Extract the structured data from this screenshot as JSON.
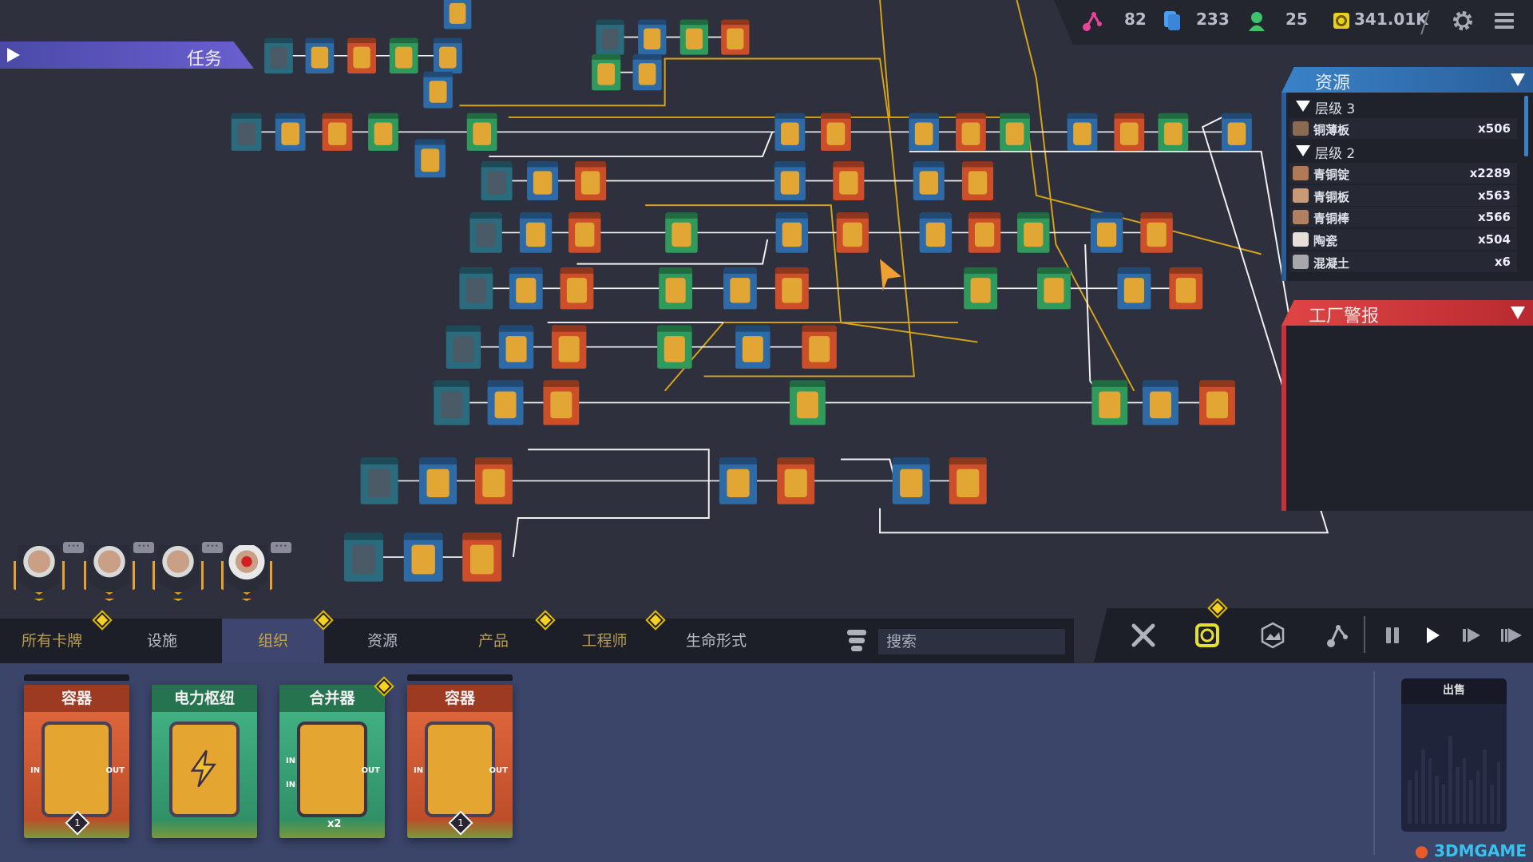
{
  "topbar": {
    "stats": [
      {
        "icon": "graph-node-icon",
        "value": "82",
        "color": "#e8449a"
      },
      {
        "icon": "cards-icon",
        "value": "233",
        "color": "#4aa0f0"
      },
      {
        "icon": "engineer-icon",
        "value": "25",
        "color": "#3ec46a"
      },
      {
        "icon": "credits-icon",
        "value": "341.01K",
        "color": "#e8d020"
      }
    ]
  },
  "task": {
    "label": "任务"
  },
  "resources": {
    "title": "资源",
    "tiers": [
      {
        "label": "层级 3",
        "items": [
          {
            "name": "铜薄板",
            "count": "x506"
          }
        ]
      },
      {
        "label": "层级 2",
        "items": [
          {
            "name": "青铜锭",
            "count": "x2289"
          },
          {
            "name": "青铜板",
            "count": "x563"
          },
          {
            "name": "青铜棒",
            "count": "x566"
          },
          {
            "name": "陶瓷",
            "count": "x504"
          },
          {
            "name": "混凝土",
            "count": "x6"
          }
        ]
      }
    ]
  },
  "alerts": {
    "title": "工厂警报"
  },
  "tabs": [
    {
      "label": "所有卡牌",
      "active": false
    },
    {
      "label": "设施",
      "active": false
    },
    {
      "label": "组织",
      "active": true
    },
    {
      "label": "资源",
      "active": false
    },
    {
      "label": "产品",
      "active": false
    },
    {
      "label": "工程师",
      "active": false
    },
    {
      "label": "生命形式",
      "active": false
    }
  ],
  "search": {
    "placeholder": "搜索"
  },
  "cards": [
    {
      "title": "容器",
      "color": "orange",
      "in": "IN",
      "out": "OUT",
      "level": "1"
    },
    {
      "title": "电力枢纽",
      "color": "green"
    },
    {
      "title": "合并器",
      "color": "green",
      "in": "IN",
      "out": "OUT",
      "multiplier": "x2"
    },
    {
      "title": "容器",
      "color": "orange",
      "in": "IN",
      "out": "OUT",
      "level": "1"
    }
  ],
  "sell": {
    "label": "出售"
  },
  "watermark": "3DMGAME",
  "colors": {
    "accent": "#f4d21f",
    "resources": "#3a82c8",
    "alert": "#e04545",
    "active_tab": "#3e4670"
  }
}
